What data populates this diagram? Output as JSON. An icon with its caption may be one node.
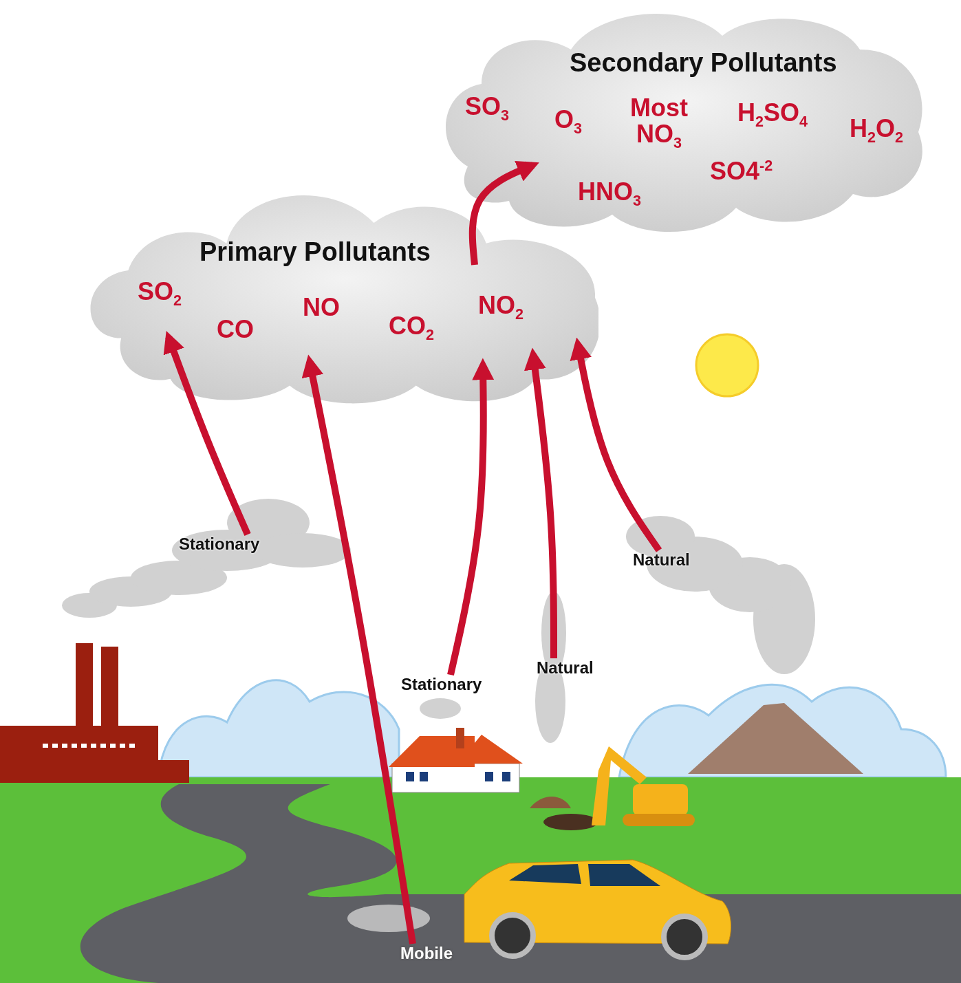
{
  "diagram": {
    "nodes": [
      {
        "text": [
          "Primary Pollutants",
          "SO$_{2}$",
          "CO",
          "NO",
          "CO$_{2}$",
          "NO$_{2}$"
        ]
      },
      {
        "text": [
          "Secondary Pollutants",
          "SO$_{3}$",
          "O$_{3}$",
          "Most NO$_{3}$",
          "H$_{2}$SO$_{4}$",
          "H$_{2}$O$_{2}$",
          "HNO$_{3}$",
          "SO4$^{-2}$"
        ]
      },
      {
        "text": [
          "Stationary"
        ]
      },
      {
        "text": [
          "Natural"
        ]
      },
      {
        "text": [
          "Natural"
        ]
      },
      {
        "text": [
          "Stationary"
        ]
      },
      {
        "text": [
          "Mobile"
        ]
      }
    ],
    "edges": [
      {
        "from": 2,
        "to": 0,
        "arrow": "to"
      },
      {
        "from": 3,
        "to": 0,
        "arrow": "to"
      },
      {
        "from": 4,
        "to": 0,
        "arrow": "to"
      },
      {
        "from": 5,
        "to": 0,
        "arrow": "to"
      },
      {
        "from": 6,
        "to": 0,
        "arrow": "to"
      },
      {
        "from": 0,
        "to": 1,
        "arrow": "to"
      }
    ]
  }
}
